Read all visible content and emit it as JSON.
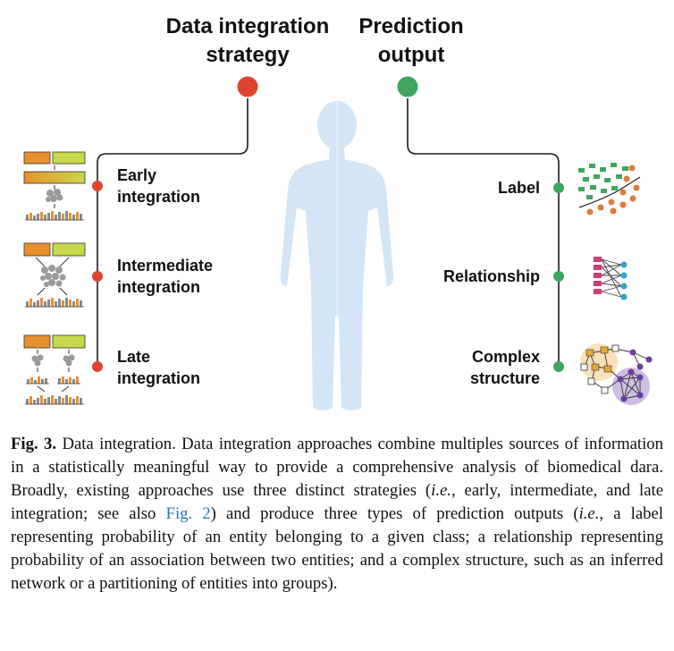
{
  "headers": {
    "left": [
      "Data integration",
      "strategy"
    ],
    "right": [
      "Prediction",
      "output"
    ]
  },
  "strategies": [
    {
      "line1": "Early",
      "line2": "integration"
    },
    {
      "line1": "Intermediate",
      "line2": "integration"
    },
    {
      "line1": "Late",
      "line2": "integration"
    }
  ],
  "outputs": [
    {
      "line1": "Label",
      "line2": ""
    },
    {
      "line1": "Relationship",
      "line2": ""
    },
    {
      "line1": "Complex",
      "line2": "structure"
    }
  ],
  "colors": {
    "strategy_dot": "#e0432f",
    "output_dot": "#3fa55f",
    "human_silhouette": "#d4e6f5",
    "source_orange": "#e8912f",
    "source_green": "#c8d84a",
    "caption_link": "#2a7ab9"
  },
  "icons": [
    "human-silhouette-icon",
    "integration-flow-icon",
    "label-scatter-icon",
    "relationship-network-icon",
    "complex-structure-network-icon"
  ],
  "caption": {
    "label": "Fig. 3.",
    "part1": " Data integration. Data integration approaches combine multiples sources of information in a statistically meaningful way to provide a comprehensive analysis of biomedical dara. Broadly, existing approaches use three distinct strategies (",
    "ie1": "i.e.",
    "part2": ", early, intermediate, and late integration; see also ",
    "ref": "Fig. 2",
    "part3": ") and produce three types of prediction outputs (",
    "ie2": "i.e.",
    "part4": ", a label representing probability of an entity belonging to a given class; a relationship representing probability of an association between two entities; and a complex structure, such as an inferred network or a partitioning of entities into groups)."
  }
}
